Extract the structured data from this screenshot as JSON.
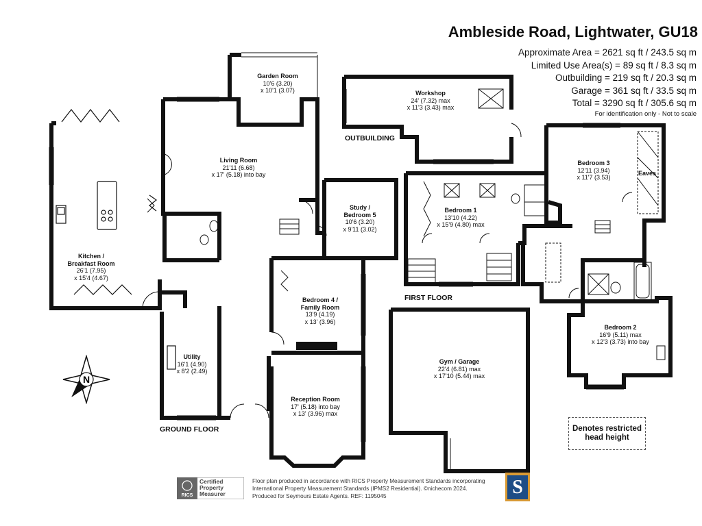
{
  "header": {
    "title": "Ambleside Road, Lightwater, GU18",
    "areas": [
      "Approximate Area = 2621 sq ft / 243.5 sq m",
      "Limited Use Area(s) = 89 sq ft / 8.3 sq m",
      "Outbuilding = 219 sq ft / 20.3 sq m",
      "Garage = 361 sq ft / 33.5 sq m",
      "Total = 3290 sq ft / 305.6 sq m"
    ],
    "scale_note": "For identification only - Not to scale"
  },
  "rooms": {
    "garden_room": {
      "name": "Garden Room",
      "dims": "10'6 (3.20)\nx 10'1 (3.07)"
    },
    "workshop": {
      "name": "Workshop",
      "dims": "24' (7.32) max\nx 11'3 (3.43) max"
    },
    "living_room": {
      "name": "Living Room",
      "dims": "21'11 (6.68)\nx 17' (5.18) into bay"
    },
    "study": {
      "name": "Study /\nBedroom 5",
      "dims": "10'6 (3.20)\nx 9'11 (3.02)"
    },
    "bedroom1": {
      "name": "Bedroom 1",
      "dims": "13'10 (4.22)\nx 15'9 (4.80) max"
    },
    "bedroom3": {
      "name": "Bedroom 3",
      "dims": "12'11 (3.94)\nx 11'7 (3.53)"
    },
    "eaves": {
      "name": "Eaves",
      "dims": ""
    },
    "kitchen": {
      "name": "Kitchen /\nBreakfast Room",
      "dims": "26'1 (7.95)\nx 15'4 (4.67)"
    },
    "bedroom4": {
      "name": "Bedroom 4 /\nFamily Room",
      "dims": "13'9 (4.19)\nx 13' (3.96)"
    },
    "utility": {
      "name": "Utility",
      "dims": "16'1 (4.90)\nx 8'2 (2.49)"
    },
    "reception": {
      "name": "Reception Room",
      "dims": "17' (5.18) into bay\nx 13' (3.96) max"
    },
    "gym": {
      "name": "Gym / Garage",
      "dims": "22'4 (6.81) max\nx 17'10 (5.44) max"
    },
    "bedroom2": {
      "name": "Bedroom 2",
      "dims": "16'9 (5.11) max\nx 12'3 (3.73) into bay"
    }
  },
  "labels": {
    "outbuilding": "OUTBUILDING",
    "first_floor": "FIRST FLOOR",
    "ground_floor": "GROUND FLOOR",
    "restricted": "Denotes restricted\nhead height"
  },
  "compass": {
    "letter": "N"
  },
  "footer": {
    "line1": "Floor plan produced in accordance with RICS Property Measurement Standards incorporating",
    "line2": "International Property Measurement Standards (IPMS2 Residential). ©nichecom 2024.",
    "line3": "Produced for Seymours Estate Agents.   REF: 1195045",
    "rics_label": "RICS",
    "rics_badge": "Certified\nProperty\nMeasurer",
    "logo_letter": "S"
  },
  "colors": {
    "walls": "#111111",
    "logo_gold": "#d99a34",
    "logo_blue": "#1d4d86"
  }
}
